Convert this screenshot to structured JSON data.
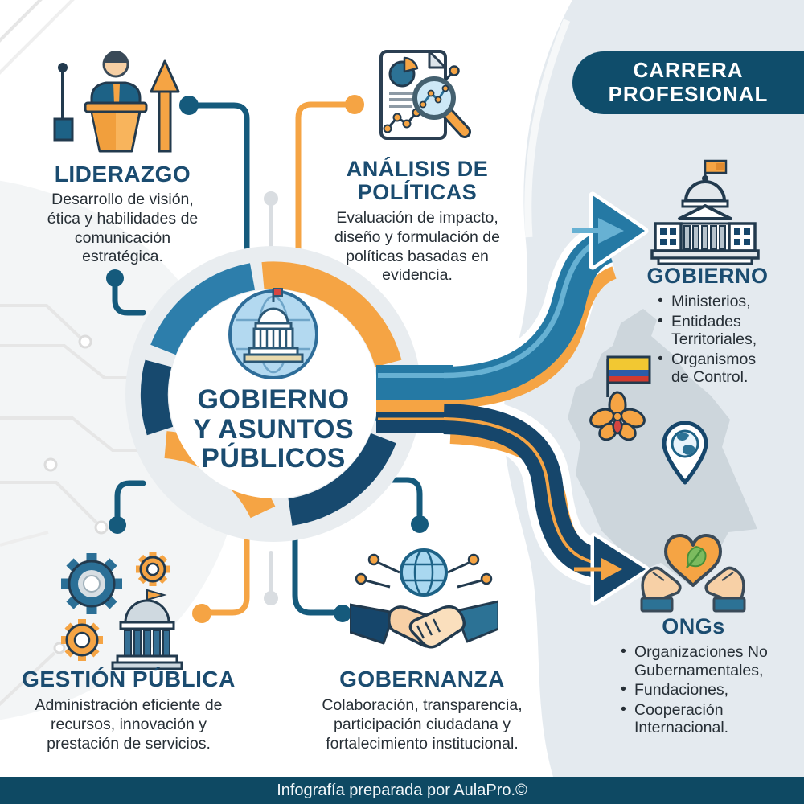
{
  "badge": {
    "label": "CARRERA PROFESIONAL"
  },
  "center": {
    "icon": "capitol-globe-icon",
    "line1": "GOBIERNO",
    "line2": "Y ASUNTOS",
    "line3": "PÚBLICOS"
  },
  "topics": {
    "liderazgo": {
      "title": "LIDERAZGO",
      "description": "Desarrollo de visión, ética y habilidades de comunicación estratégica.",
      "icon": "podium-speaker-icon"
    },
    "analisis": {
      "title": "ANÁLISIS DE POLÍTICAS",
      "description": "Evaluación de impacto, diseño y formulación de políticas basadas en evidencia.",
      "icon": "document-magnifier-icon"
    },
    "gestion": {
      "title": "GESTIÓN PÚBLICA",
      "description": "Administración eficiente de recursos, innovación y prestación de servicios.",
      "icon": "gears-building-icon"
    },
    "gobernanza": {
      "title": "GOBERNANZA",
      "description": "Colaboración, transparencia, participación ciudadana y fortalecimiento institucional.",
      "icon": "handshake-globe-icon"
    }
  },
  "career_paths": {
    "gobierno": {
      "title": "GOBIERNO",
      "icon": "government-building-icon",
      "items": [
        "Ministerios,",
        "Entidades Territoriales,",
        "Organismos de Control."
      ]
    },
    "ongs": {
      "title": "ONGs",
      "icon": "hands-heart-icon",
      "items": [
        "Organizaciones No Gubernamentales,",
        "Fundaciones,",
        "Cooperación Internacional."
      ]
    }
  },
  "decor": {
    "icons": [
      "colombia-map",
      "colombian-flag-orchid-icon",
      "globe-pin-icon"
    ],
    "colors": {
      "navy": "#16466b",
      "steel_blue": "#2579a4",
      "light_blue": "#67b1d3",
      "orange": "#f5a444",
      "heading": "#1b4c70",
      "body_text": "#272f36",
      "panel_bg": "#e4eaef",
      "map_gray": "#cdd6dc",
      "footer_bg": "#0e4963",
      "flag_yellow": "#f2c832",
      "flag_blue": "#2b5ca8",
      "flag_red": "#cf3a30"
    }
  },
  "footer": {
    "credit": "Infografía preparada por AulaPro.©"
  }
}
